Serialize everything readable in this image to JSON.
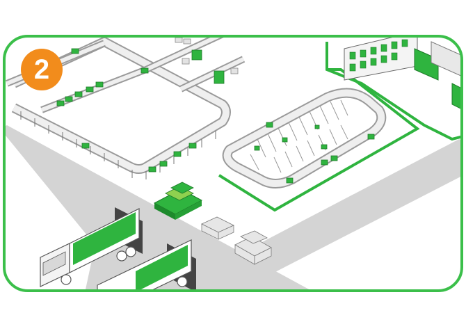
{
  "step": {
    "number": "2"
  },
  "colors": {
    "frame": "#3bbf4a",
    "accent_green": "#2fb43f",
    "badge": "#f28c1c",
    "road": "#d4d4d4",
    "conveyor": "#eeeeee",
    "outline": "#7a7a7a"
  },
  "icons": [
    "step-badge",
    "truck-icon",
    "conveyor-loop",
    "pallet-stack-icon",
    "cardboard-box-stack-icon",
    "storage-rack-icon"
  ]
}
